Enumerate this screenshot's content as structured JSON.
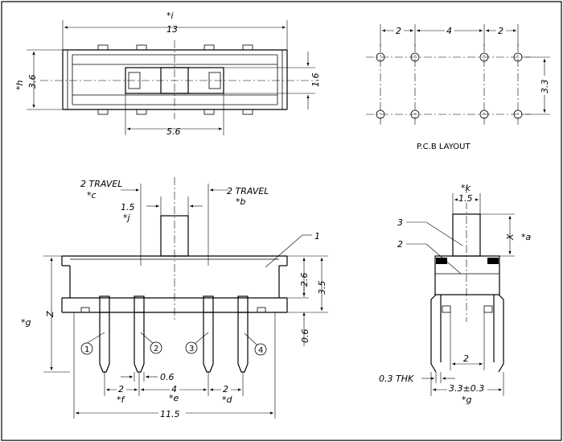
{
  "pcb_caption": "P.C.B LAYOUT",
  "top_view": {
    "overall_width": "13",
    "overall_width_ref": "*i",
    "height": "3.6",
    "height_ref": "*h",
    "slot_height": "1.6",
    "slot_width": "5.6"
  },
  "pcb_layout": {
    "pitch_left": "2",
    "pitch_mid": "4",
    "pitch_right": "2",
    "row_spacing": "3.3"
  },
  "front_view": {
    "travel_left": "2 TRAVEL",
    "travel_left_ref": "*c",
    "travel_right": "2 TRAVEL",
    "travel_right_ref": "*b",
    "actuator_width": "1.5",
    "actuator_width_ref": "*j",
    "part_1": "1",
    "body_height": "2.6",
    "total_height": "3.5",
    "standoff": "0.6",
    "z_label": "Z",
    "g_ref": "*g",
    "pins": [
      "1",
      "2",
      "3",
      "4"
    ],
    "pin_width": "0.6",
    "pitch_f": "2",
    "pitch_f_ref": "*f",
    "pitch_e": "4",
    "pitch_e_ref": "*e",
    "pitch_d": "2",
    "pitch_d_ref": "*d",
    "base_width": "11.5"
  },
  "side_view": {
    "k_ref": "*k",
    "actuator_width": "1.5",
    "part_3": "3",
    "part_2": "2",
    "x_label": "X",
    "a_ref": "*a",
    "pin_spacing": "2",
    "thickness": "0.3 THK",
    "row_spacing": "3.3±0.3",
    "g_ref": "*g"
  }
}
